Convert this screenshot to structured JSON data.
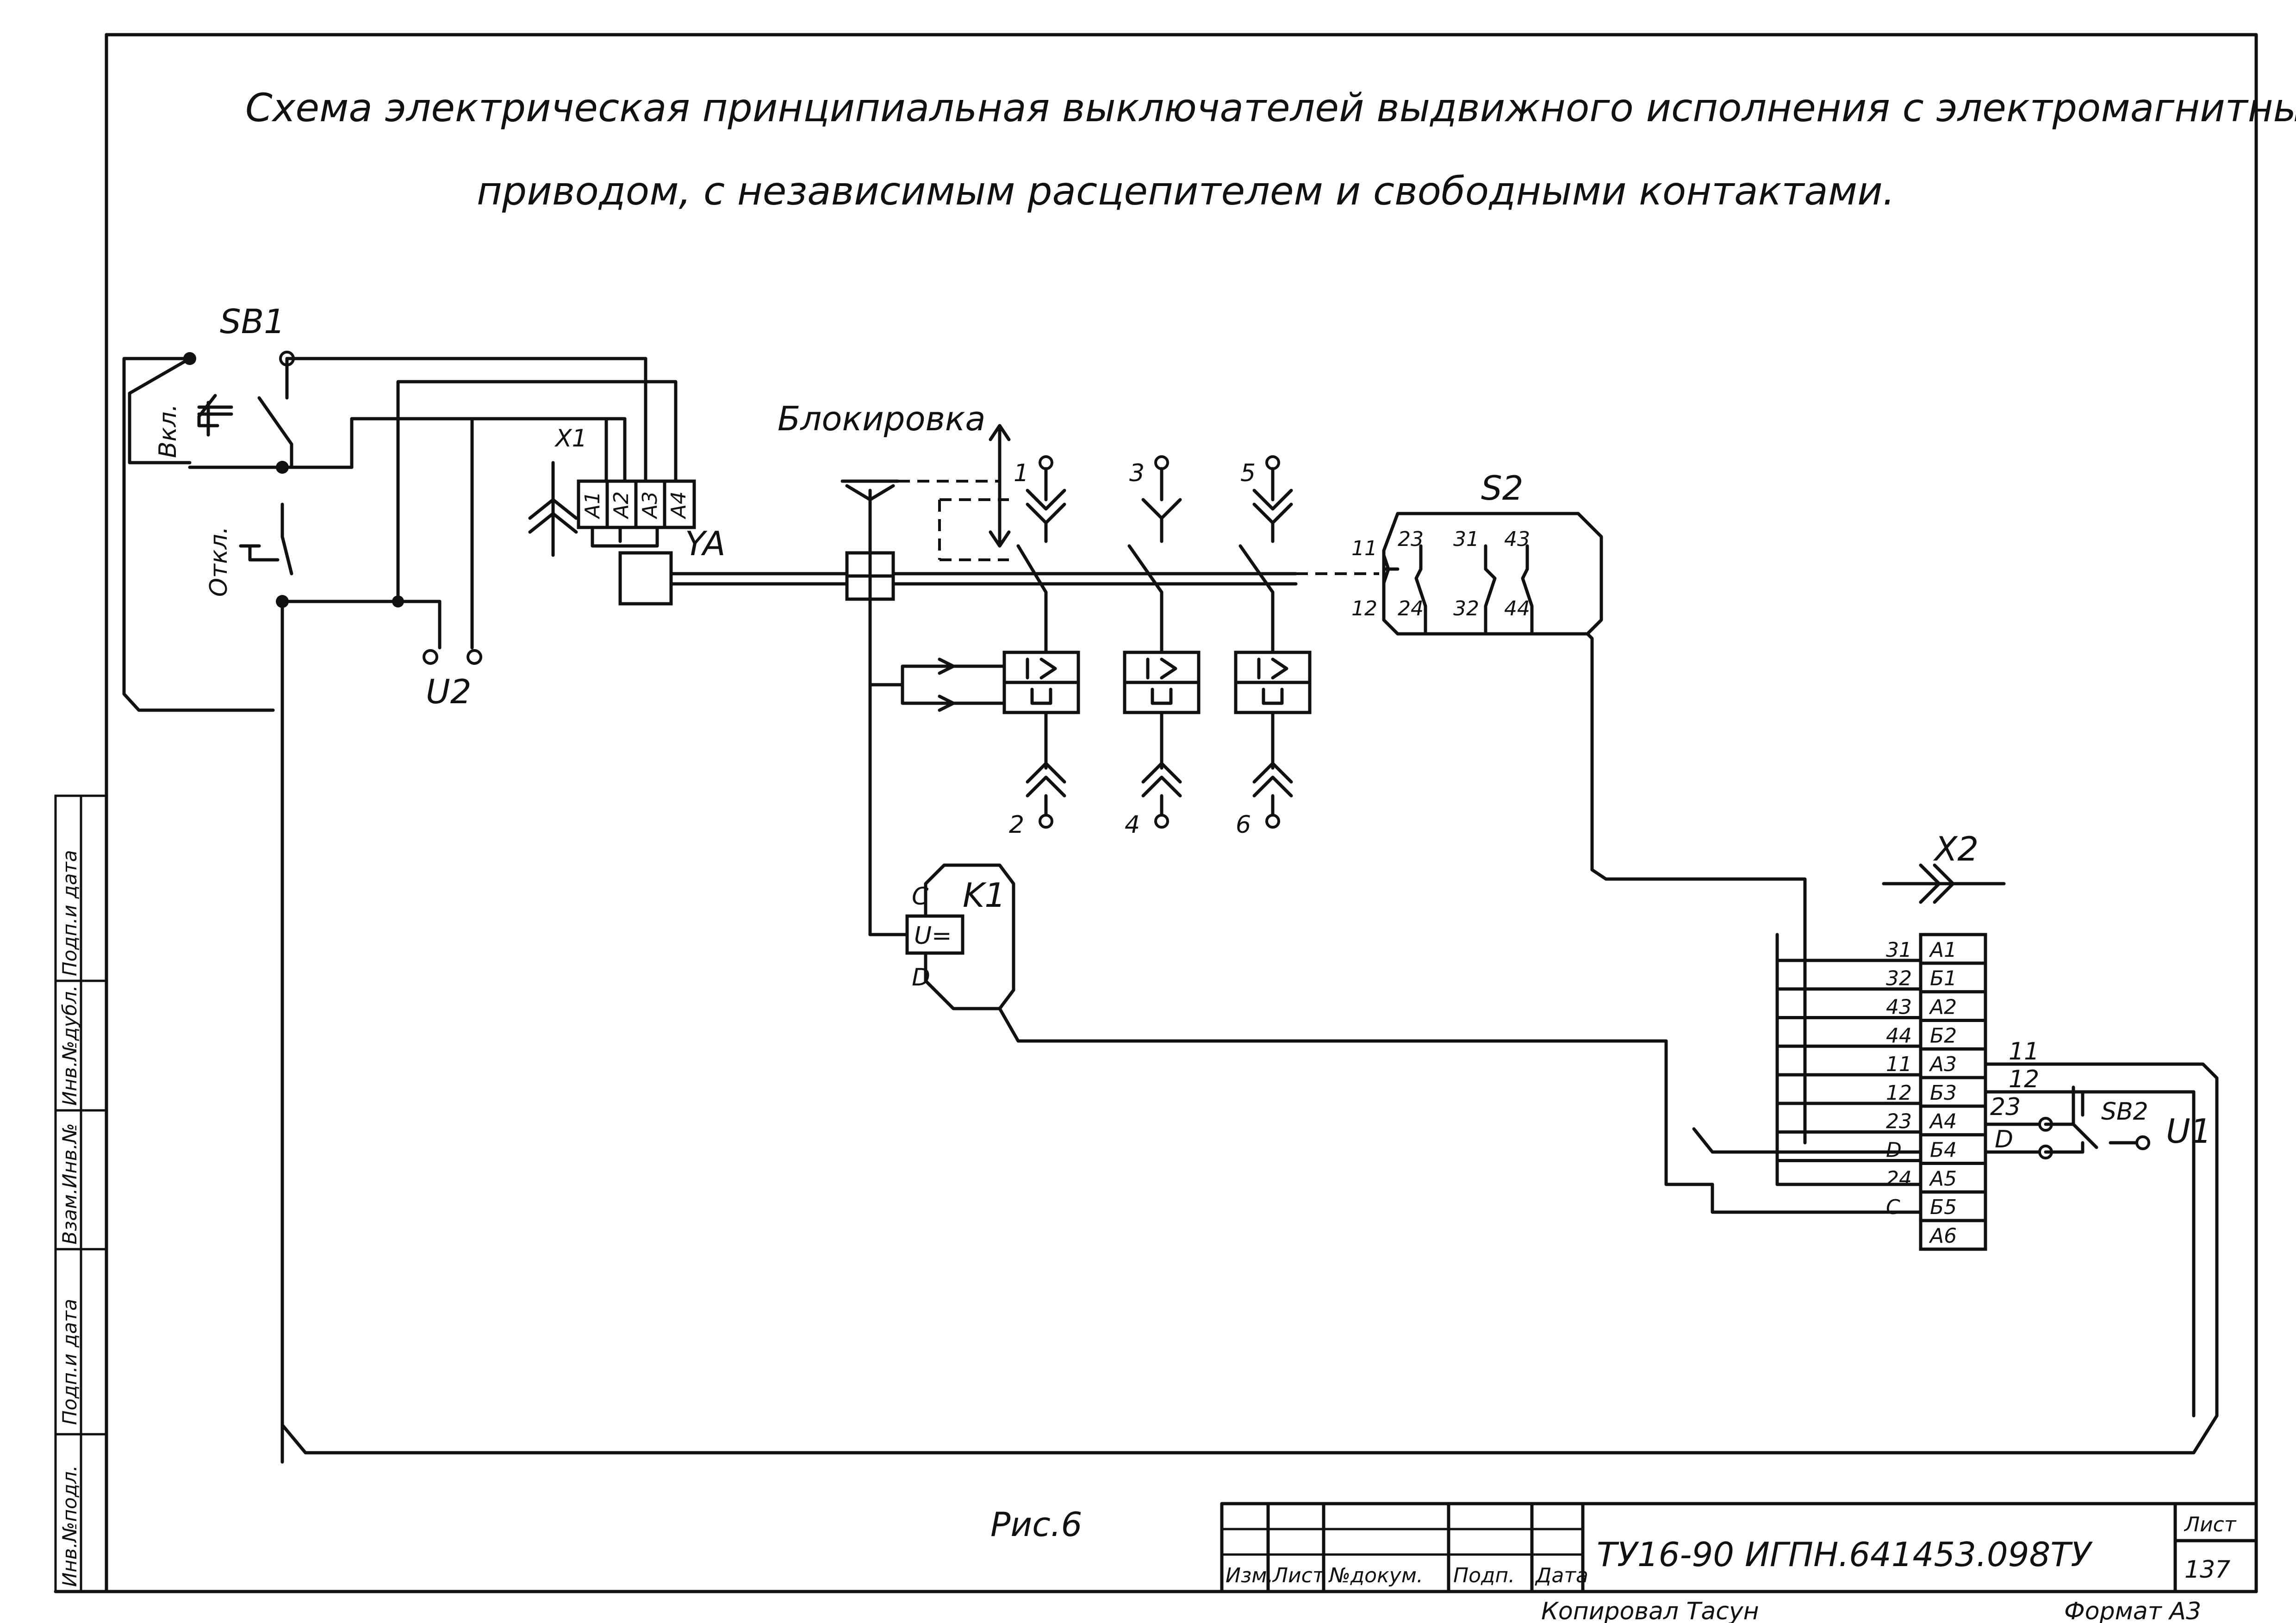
{
  "title": {
    "line1": "Схема электрическая принципиальная выключателей выдвижного исполнения с электромагнитным",
    "line2": "приводом, с независимым расцепителем и свободными контактами."
  },
  "labels": {
    "sb1": "SB1",
    "vkl": "Вкл.",
    "otkl": "Откл.",
    "x1": "X1",
    "ya": "YA",
    "u2": "U2",
    "blokirovka": "Блокировка",
    "s2": "S2",
    "k1": "K1",
    "c": "C",
    "d": "D",
    "u_eq": "U=",
    "x2": "X2",
    "sb2": "SB2",
    "u1": "U1",
    "fig": "Рис.6"
  },
  "ya_terminals": [
    "A1",
    "A2",
    "A3",
    "A4"
  ],
  "contact_numbers": {
    "top": [
      "1",
      "3",
      "5"
    ],
    "bottom": [
      "2",
      "4",
      "6"
    ]
  },
  "s2_contacts": {
    "top": [
      "11",
      "23",
      "31",
      "43"
    ],
    "bottom": [
      "12",
      "24",
      "32",
      "44"
    ]
  },
  "x2_rows": [
    {
      "wire": "31",
      "term": "A1"
    },
    {
      "wire": "32",
      "term": "Б1"
    },
    {
      "wire": "43",
      "term": "A2"
    },
    {
      "wire": "44",
      "term": "Б2"
    },
    {
      "wire": "11",
      "term": "A3"
    },
    {
      "wire": "12",
      "term": "Б3"
    },
    {
      "wire": "23",
      "term": "A4"
    },
    {
      "wire": "D",
      "term": "Б4"
    },
    {
      "wire": "24",
      "term": "A5"
    },
    {
      "wire": "C",
      "term": "Б5"
    },
    {
      "wire": "",
      "term": "A6"
    }
  ],
  "right_wires": [
    "11",
    "12",
    "23",
    "D"
  ],
  "side_stamp": [
    "Инв.№подл.",
    "Подп.и дата",
    "Взам.Инв.№",
    "Инв.№дубл.",
    "Подп.и дата"
  ],
  "title_block": {
    "headers": [
      "Изм.",
      "Лист",
      "№докум.",
      "Подп.",
      "Дата"
    ],
    "document": "ТУ16-90 ИГПН.641453.098ТУ",
    "sheet_label": "Лист",
    "sheet_number": "137",
    "copied": "Копировал Тасун",
    "format": "Формат А3"
  }
}
